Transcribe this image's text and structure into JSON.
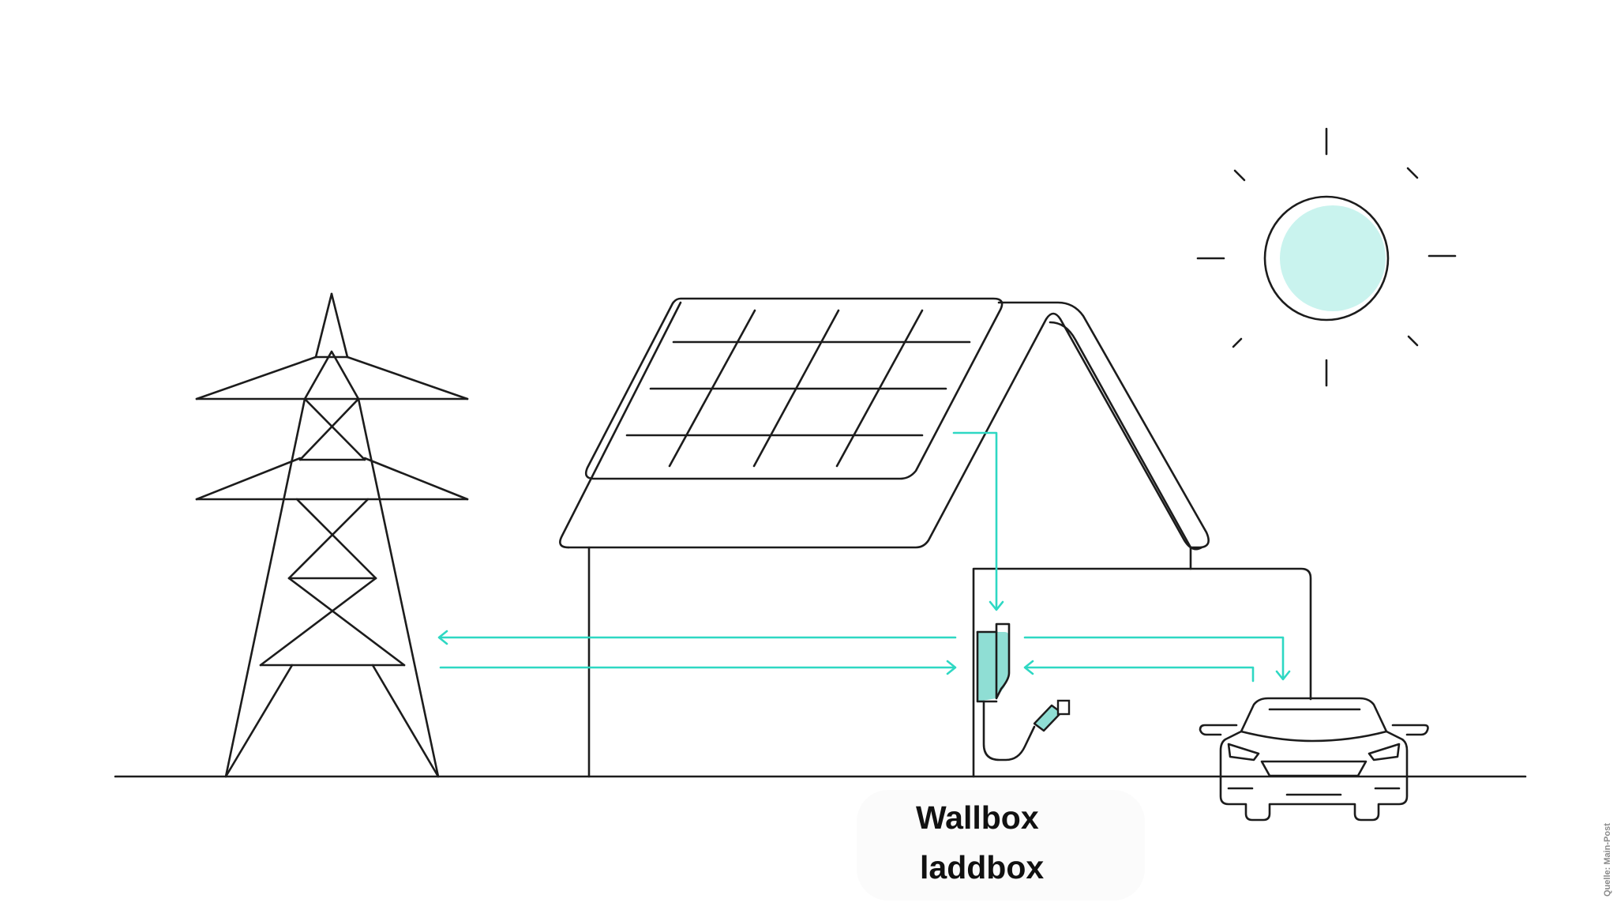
{
  "labels": {
    "wallbox": "Wallbox",
    "laddbox": "laddbox"
  },
  "source": "Quelle: Main-Post",
  "colors": {
    "line": "#1c1c1c",
    "flow_accent": "#2ed8c3",
    "sun_fill": "#c9f3ee",
    "wallbox_fill": "#8fded4"
  }
}
